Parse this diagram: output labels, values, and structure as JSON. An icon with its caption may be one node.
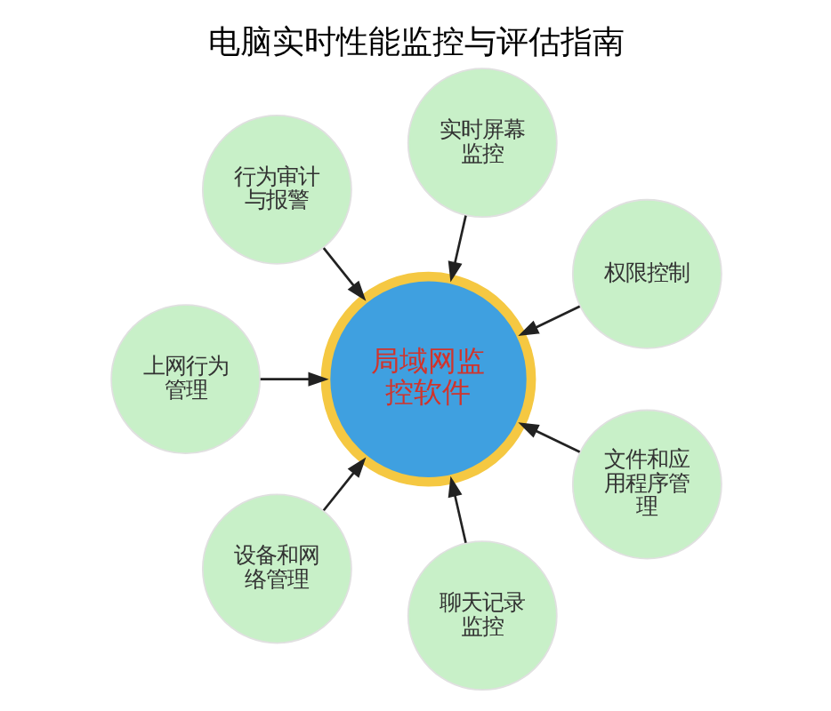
{
  "diagram": {
    "title": "电脑实时性能监控与评估指南",
    "nodes": [
      {
        "text": [
          "局域网监控软件"
        ]
      },
      {
        "text": [
          "权限控制"
        ]
      },
      {
        "text": [
          "实时屏幕监控"
        ]
      },
      {
        "text": [
          "行为审计与报警"
        ]
      },
      {
        "text": [
          "上网行为管理"
        ]
      },
      {
        "text": [
          "设备和网络管理"
        ]
      },
      {
        "text": [
          "聊天记录监控"
        ]
      },
      {
        "text": [
          "文件和应用程序管理"
        ]
      }
    ],
    "edges": [
      {
        "from": 1,
        "to": 0,
        "arrow": "to"
      },
      {
        "from": 2,
        "to": 0,
        "arrow": "to"
      },
      {
        "from": 3,
        "to": 0,
        "arrow": "to"
      },
      {
        "from": 4,
        "to": 0,
        "arrow": "to"
      },
      {
        "from": 5,
        "to": 0,
        "arrow": "to"
      },
      {
        "from": 6,
        "to": 0,
        "arrow": "to"
      },
      {
        "from": 7,
        "to": 0,
        "arrow": "to"
      }
    ]
  }
}
